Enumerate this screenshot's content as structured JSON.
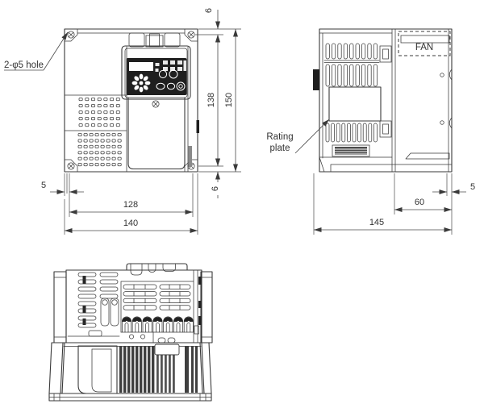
{
  "drawing": {
    "type": "dimensional outline drawing of an inverter unit, three orthographic views",
    "colors": {
      "line": "#3a3a3a",
      "background": "#ffffff",
      "panel_fill": "#1f1f1f"
    }
  },
  "views": {
    "front": {
      "callout_hole": "2-φ5 hole",
      "dim_top_offset": "6",
      "dim_hole_span_v": "138",
      "dim_height": "150",
      "dim_bottom_offset": "6",
      "dim_left_offset": "5",
      "dim_hole_span_h": "128",
      "dim_width": "140"
    },
    "side": {
      "label_fan": "FAN",
      "label_rating_line1": "Rating",
      "label_rating_line2": "plate",
      "dim_fan_depth": "60",
      "dim_depth": "145",
      "dim_right_offset": "5"
    }
  }
}
